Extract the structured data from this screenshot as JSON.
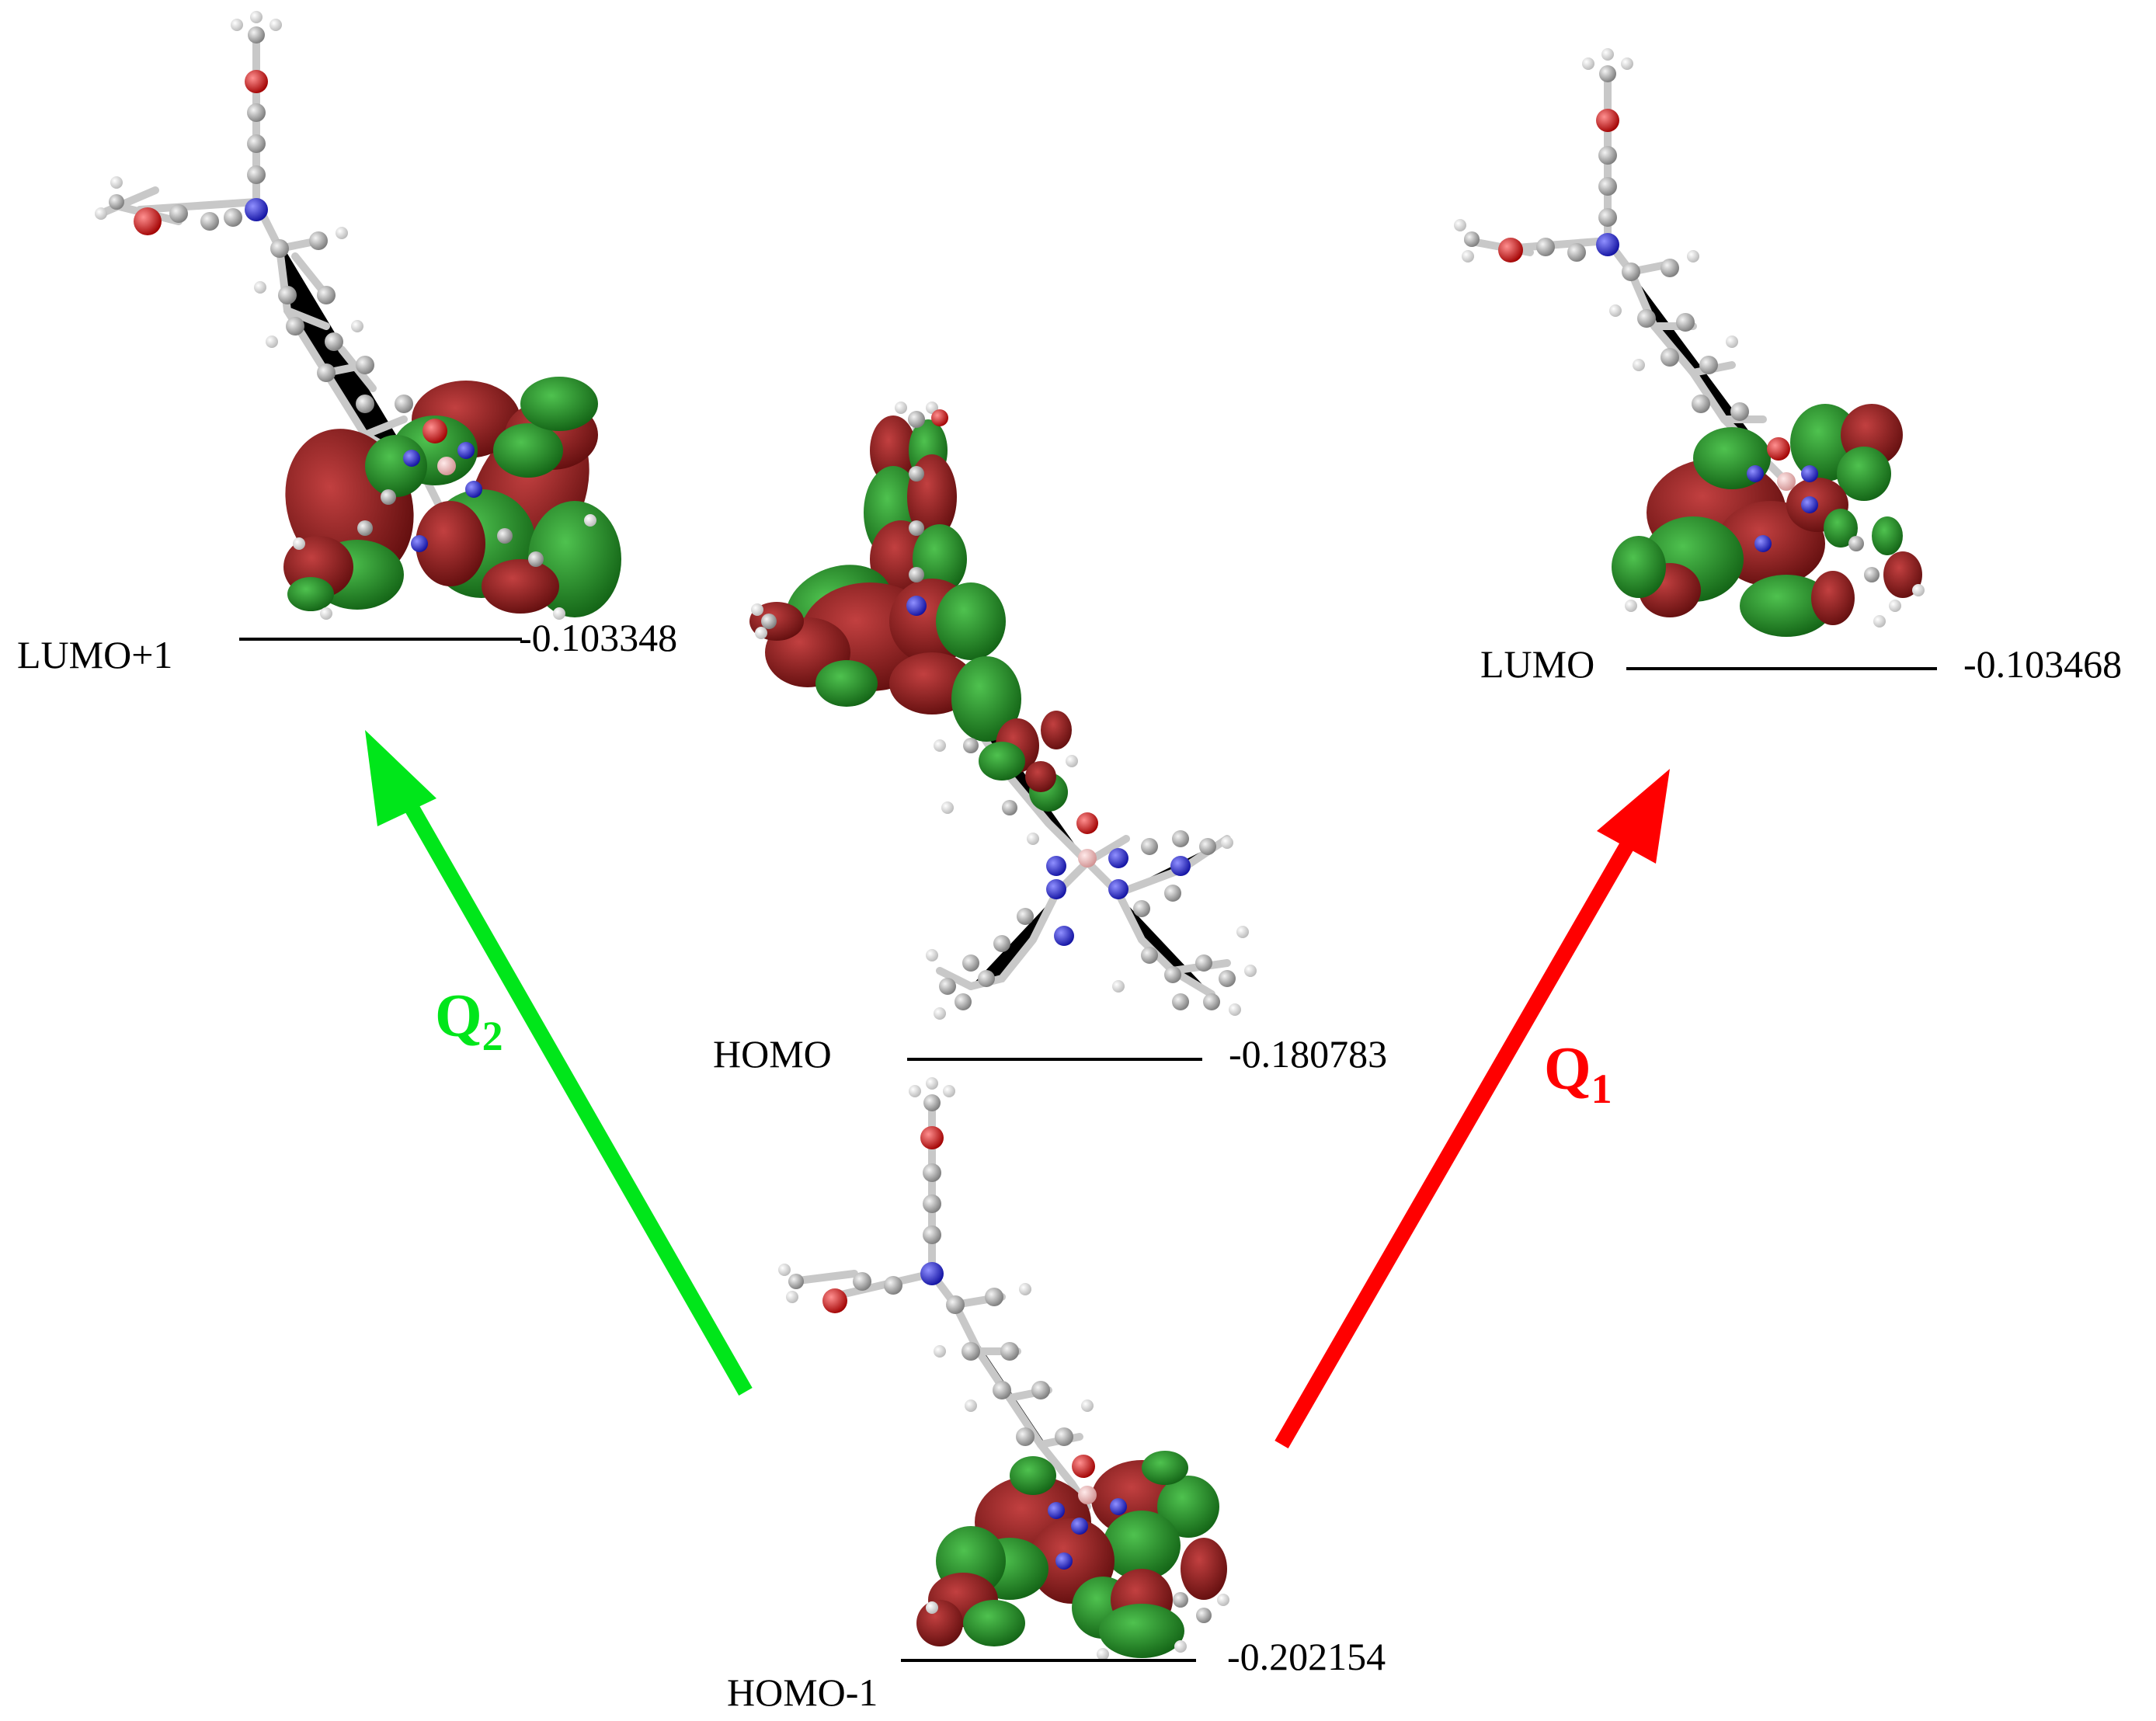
{
  "colors": {
    "lobe_positive": "#8b1a1a",
    "lobe_negative": "#1f8a24",
    "q1_arrow": "#ff0000",
    "q2_arrow": "#00e61a",
    "carbon": "#a8a8a8",
    "hydrogen": "#ececec",
    "nitrogen": "#2020d0",
    "oxygen": "#e00000",
    "boron": "#f0b8b8"
  },
  "levels": [
    {
      "id": "lumo_plus_1",
      "label": "LUMO+1",
      "energy": "-0.103348"
    },
    {
      "id": "lumo",
      "label": "LUMO",
      "energy": "-0.103468"
    },
    {
      "id": "homo",
      "label": "HOMO",
      "energy": "-0.180783"
    },
    {
      "id": "homo_minus_1",
      "label": "HOMO-1",
      "energy": "-0.202154"
    }
  ],
  "transitions": [
    {
      "id": "q1",
      "symbol": "Q",
      "subscript": "1",
      "from": "HOMO-1",
      "to": "LUMO"
    },
    {
      "id": "q2",
      "symbol": "Q",
      "subscript": "2",
      "from": "HOMO-1",
      "to": "LUMO+1"
    }
  ]
}
